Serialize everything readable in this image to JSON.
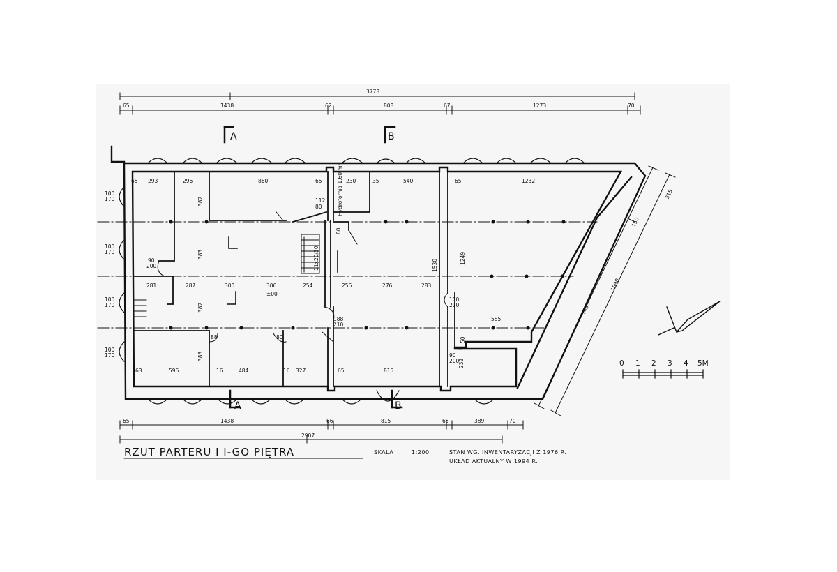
{
  "title": {
    "text": "RZUT PARTERU I I-GO PIĘTRA",
    "scale_label": "SKALA",
    "scale_value": "1:200",
    "note_line1": "STAN WG. INWENTARYZACJI Z 1976 R.",
    "note_line2": "UKŁAD AKTUALNY W 1994 R."
  },
  "sections": {
    "a": "A",
    "b": "B"
  },
  "top_dims": {
    "total": "3778",
    "d1": "65",
    "d2": "1438",
    "d3": "62",
    "d4": "808",
    "d5": "67",
    "d6": "1273",
    "d7": "70"
  },
  "bottom_dims": {
    "total": "2907",
    "d1": "65",
    "d2": "1438",
    "d3": "66",
    "d4": "815",
    "d5": "65",
    "d6": "389",
    "d7": "70"
  },
  "interior_dims": {
    "r1_a": "65",
    "r1_b": "293",
    "r1_c": "296",
    "r1_d": "860",
    "r1_e": "65",
    "r1_f": "230",
    "r1_g": "35",
    "r1_h": "540",
    "r1_i": "65",
    "r1_j": "1232",
    "r3_a": "281",
    "r3_b": "287",
    "r3_c": "300",
    "r3_d": "306",
    "r3_e": "254",
    "r3_f": "256",
    "r3_g": "276",
    "r3_h": "283",
    "r3_i": "585",
    "r4_a": "63",
    "r4_b": "596",
    "r4_c": "16",
    "r4_d": "484",
    "r4_e": "16",
    "r4_f": "327",
    "r4_g": "65",
    "r4_h": "815",
    "v1": "382",
    "v2": "383",
    "v3": "382",
    "v4": "383",
    "v5": "1530",
    "v6": "1249",
    "d_1455": "1455",
    "d_1890": "1890",
    "d_315": "315",
    "d_150": "150",
    "lvl": "±00",
    "stair_note": "11x20/30",
    "hydro": "Hydrofornia 1.60 m²",
    "dr_112": "112",
    "dr_80": "80",
    "dr_100": "100",
    "dr_200": "200",
    "dr_188": "188",
    "dr_210": "210",
    "dr_90": "90",
    "dr_170": "170",
    "dr_88": "88",
    "dr_232": "232",
    "dr_50": "50",
    "dr_60": "60"
  },
  "scale_bar": {
    "ticks": [
      "0",
      "1",
      "2",
      "3",
      "4",
      "5M"
    ]
  }
}
